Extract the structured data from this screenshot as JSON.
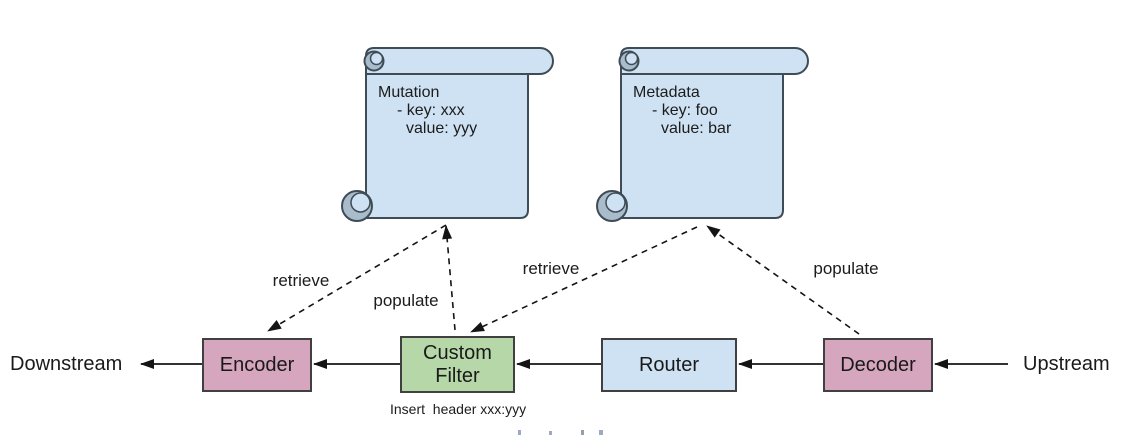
{
  "scrolls": [
    {
      "title": "Mutation",
      "lines": [
        "- key: xxx",
        "value: yyy"
      ]
    },
    {
      "title": "Metadata",
      "lines": [
        "- key: foo",
        "value: bar"
      ]
    }
  ],
  "nodes": [
    {
      "label": "Encoder",
      "fill": "#d5a6bd"
    },
    {
      "label": "Custom Filter",
      "fill": "#b6d7a8"
    },
    {
      "label": "Router",
      "fill": "#cfe2f3"
    },
    {
      "label": "Decoder",
      "fill": "#d5a6bd"
    }
  ],
  "endpoints": {
    "left": "Downstream",
    "right": "Upstream"
  },
  "edges": {
    "retrieve_encoder": "retrieve",
    "populate_mutation": "populate",
    "retrieve_filter": "retrieve",
    "populate_metadata": "populate"
  },
  "notes": {
    "filter_note": "Insert  header xxx:yyy"
  },
  "colors": {
    "scroll_fill": "#cfe2f3",
    "scroll_curl": "#a8bccb",
    "pink": "#d5a6bd",
    "green": "#b6d7a8",
    "blue": "#cfe2f3",
    "outline": "#3f4b55",
    "line": "#141414"
  }
}
